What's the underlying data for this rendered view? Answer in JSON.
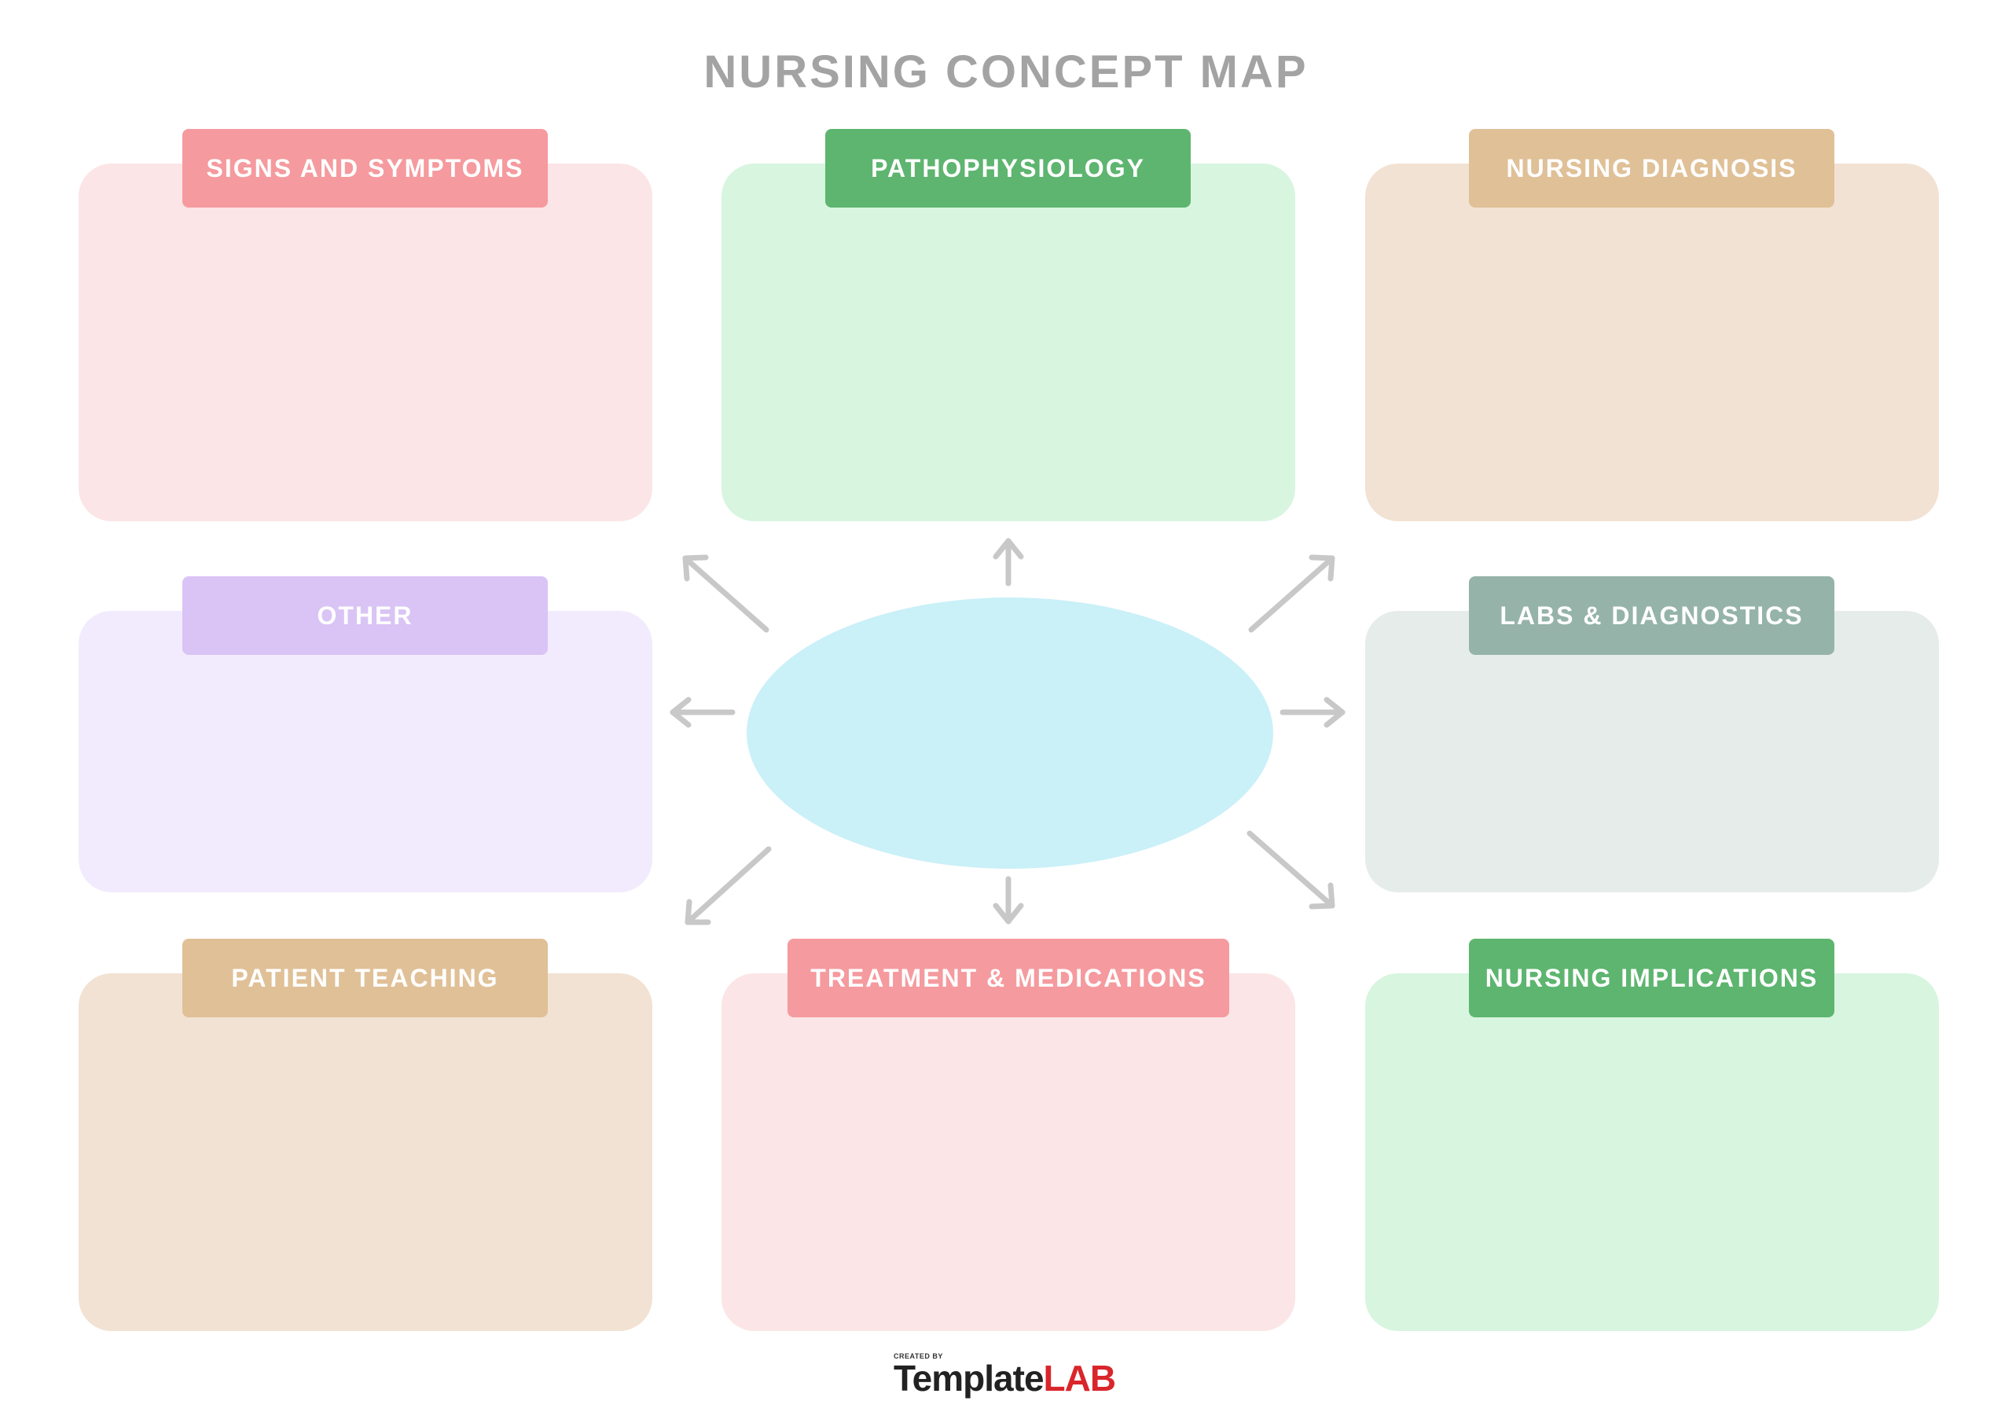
{
  "title": "NURSING CONCEPT MAP",
  "colors": {
    "pink_tab": "#f59a9e",
    "pink_box": "#fbe5e6",
    "green_tab": "#5db56f",
    "green_box": "#d8f5df",
    "tan_tab": "#e0c097",
    "tan_box": "#f2e2d3",
    "purple_tab": "#d9c4f5",
    "purple_box": "#f2ebfd",
    "gray_tab": "#95b3a9",
    "gray_box": "#e6ecea",
    "center": "#caf0f8",
    "arrow": "#c8c8c8"
  },
  "sections": {
    "signs_and_symptoms": "SIGNS AND SYMPTOMS",
    "pathophysiology": "PATHOPHYSIOLOGY",
    "nursing_diagnosis": "NURSING DIAGNOSIS",
    "other": "OTHER",
    "labs_and_diagnostics": "LABS & DIAGNOSTICS",
    "patient_teaching": "PATIENT TEACHING",
    "treatment_and_medications": "TREATMENT & MEDICATIONS",
    "nursing_implications": "NURSING IMPLICATIONS"
  },
  "logo": {
    "created_by": "CREATED BY",
    "brand_part1": "Template",
    "brand_part2": "LAB"
  }
}
